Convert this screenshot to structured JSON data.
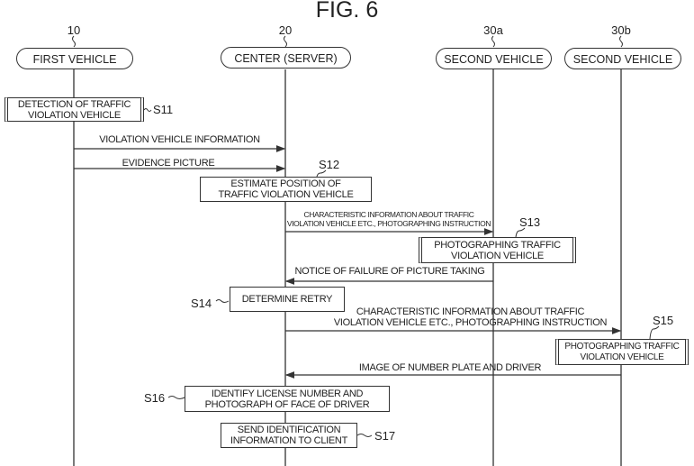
{
  "figure_title": "FIG. 6",
  "actors": [
    {
      "ref": "10",
      "label": "FIRST VEHICLE"
    },
    {
      "ref": "20",
      "label": "CENTER (SERVER)"
    },
    {
      "ref": "30a",
      "label": "SECOND VEHICLE"
    },
    {
      "ref": "30b",
      "label": "SECOND VEHICLE"
    }
  ],
  "steps": {
    "s11": {
      "id": "S11",
      "line1": "DETECTION OF TRAFFIC",
      "line2": "VIOLATION VEHICLE"
    },
    "s12": {
      "id": "S12",
      "line1": "ESTIMATE POSITION OF",
      "line2": "TRAFFIC VIOLATION VEHICLE"
    },
    "s13": {
      "id": "S13",
      "line1": "PHOTOGRAPHING TRAFFIC",
      "line2": "VIOLATION VEHICLE"
    },
    "s14": {
      "id": "S14",
      "line1": "DETERMINE RETRY"
    },
    "s15": {
      "id": "S15",
      "line1": "PHOTOGRAPHING TRAFFIC",
      "line2": "VIOLATION VEHICLE"
    },
    "s16": {
      "id": "S16",
      "line1": "IDENTIFY LICENSE NUMBER AND",
      "line2": "PHOTOGRAPH OF FACE OF DRIVER"
    },
    "s17": {
      "id": "S17",
      "line1": "SEND IDENTIFICATION",
      "line2": "INFORMATION TO CLIENT"
    }
  },
  "messages": {
    "m1": {
      "line1": "VIOLATION VEHICLE INFORMATION"
    },
    "m2": {
      "line1": "EVIDENCE PICTURE"
    },
    "m3": {
      "line1": "CHARACTERISTIC INFORMATION ABOUT TRAFFIC",
      "line2": "VIOLATION VEHICLE ETC., PHOTOGRAPHING INSTRUCTION"
    },
    "m4": {
      "line1": "NOTICE OF FAILURE OF PICTURE TAKING"
    },
    "m5": {
      "line1": "CHARACTERISTIC INFORMATION ABOUT TRAFFIC",
      "line2": "VIOLATION VEHICLE ETC., PHOTOGRAPHING INSTRUCTION"
    },
    "m6": {
      "line1": "IMAGE OF NUMBER PLATE AND DRIVER"
    }
  }
}
